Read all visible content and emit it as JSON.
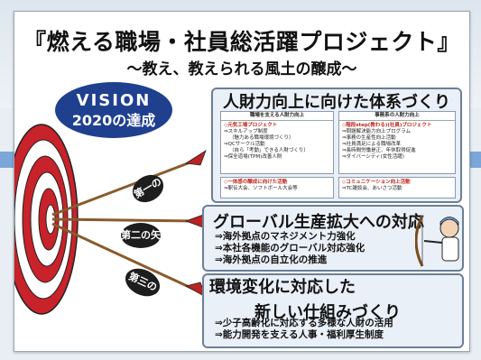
{
  "header": {
    "title": "『燃える職場・社員総活躍プロジェクト』",
    "subtitle": "〜教え、教えられる風土の醸成〜"
  },
  "vision": {
    "line1": "VISION",
    "line2": "2020の達成"
  },
  "arrows": [
    "第一の矢",
    "第二の矢",
    "第三の矢"
  ],
  "box1": {
    "heading": "人財力向上に向けた体系づくり",
    "panel_a": {
      "caption": "職場を支える人財力向上",
      "highlight": "◇元気工場プロジェクト",
      "items": [
        "⇒スキルアップ制度",
        "（魅力ある職場環境づくり）",
        "⇒QCサークル活動",
        "（自ら「考動」できる人財づくり）",
        "⇒保全道場(TPM)改善人財"
      ]
    },
    "panel_b": {
      "caption": "事務系の人財力向上",
      "highlight": "◇階段step(教わる)(社員)プロジェクト",
      "items": [
        "⇒問題解決能力向上プログラム",
        "⇒事務の生産性向上活動",
        "⇒社員満足による職場改革",
        "⇒長時間労働是正、年休取得促進",
        "⇒ダイバーシティ(女性活躍)"
      ]
    },
    "panel_c": {
      "highlight": "◇一体感の醸成に向けた活動",
      "items": [
        "⇒駅伝大会、ソフトボール大会等"
      ]
    },
    "panel_d": {
      "highlight": "◇コミュニケーション向上活動",
      "items": [
        "⇒TC雑談会、あいさつ活動"
      ]
    }
  },
  "box2": {
    "heading": "グローバル生産拡大への対応",
    "items": [
      "⇒海外拠点のマネジメント力強化",
      "⇒本社各機能のグローバル対応強化",
      "⇒海外拠点の自立化の推進"
    ]
  },
  "box3": {
    "heading_line1": "環境変化に対応した",
    "heading_line2": "新しい仕組みづくり",
    "items": [
      "⇒少子高齢化に対応する多様な人財の活用",
      "⇒能力開発を支える人事・福利厚生制度"
    ]
  },
  "colors": {
    "vision_bg": "#1f3f8f",
    "target_red": "#c8222a",
    "highlight_red": "#c0261d",
    "box_fill": "#eaf0f8"
  }
}
